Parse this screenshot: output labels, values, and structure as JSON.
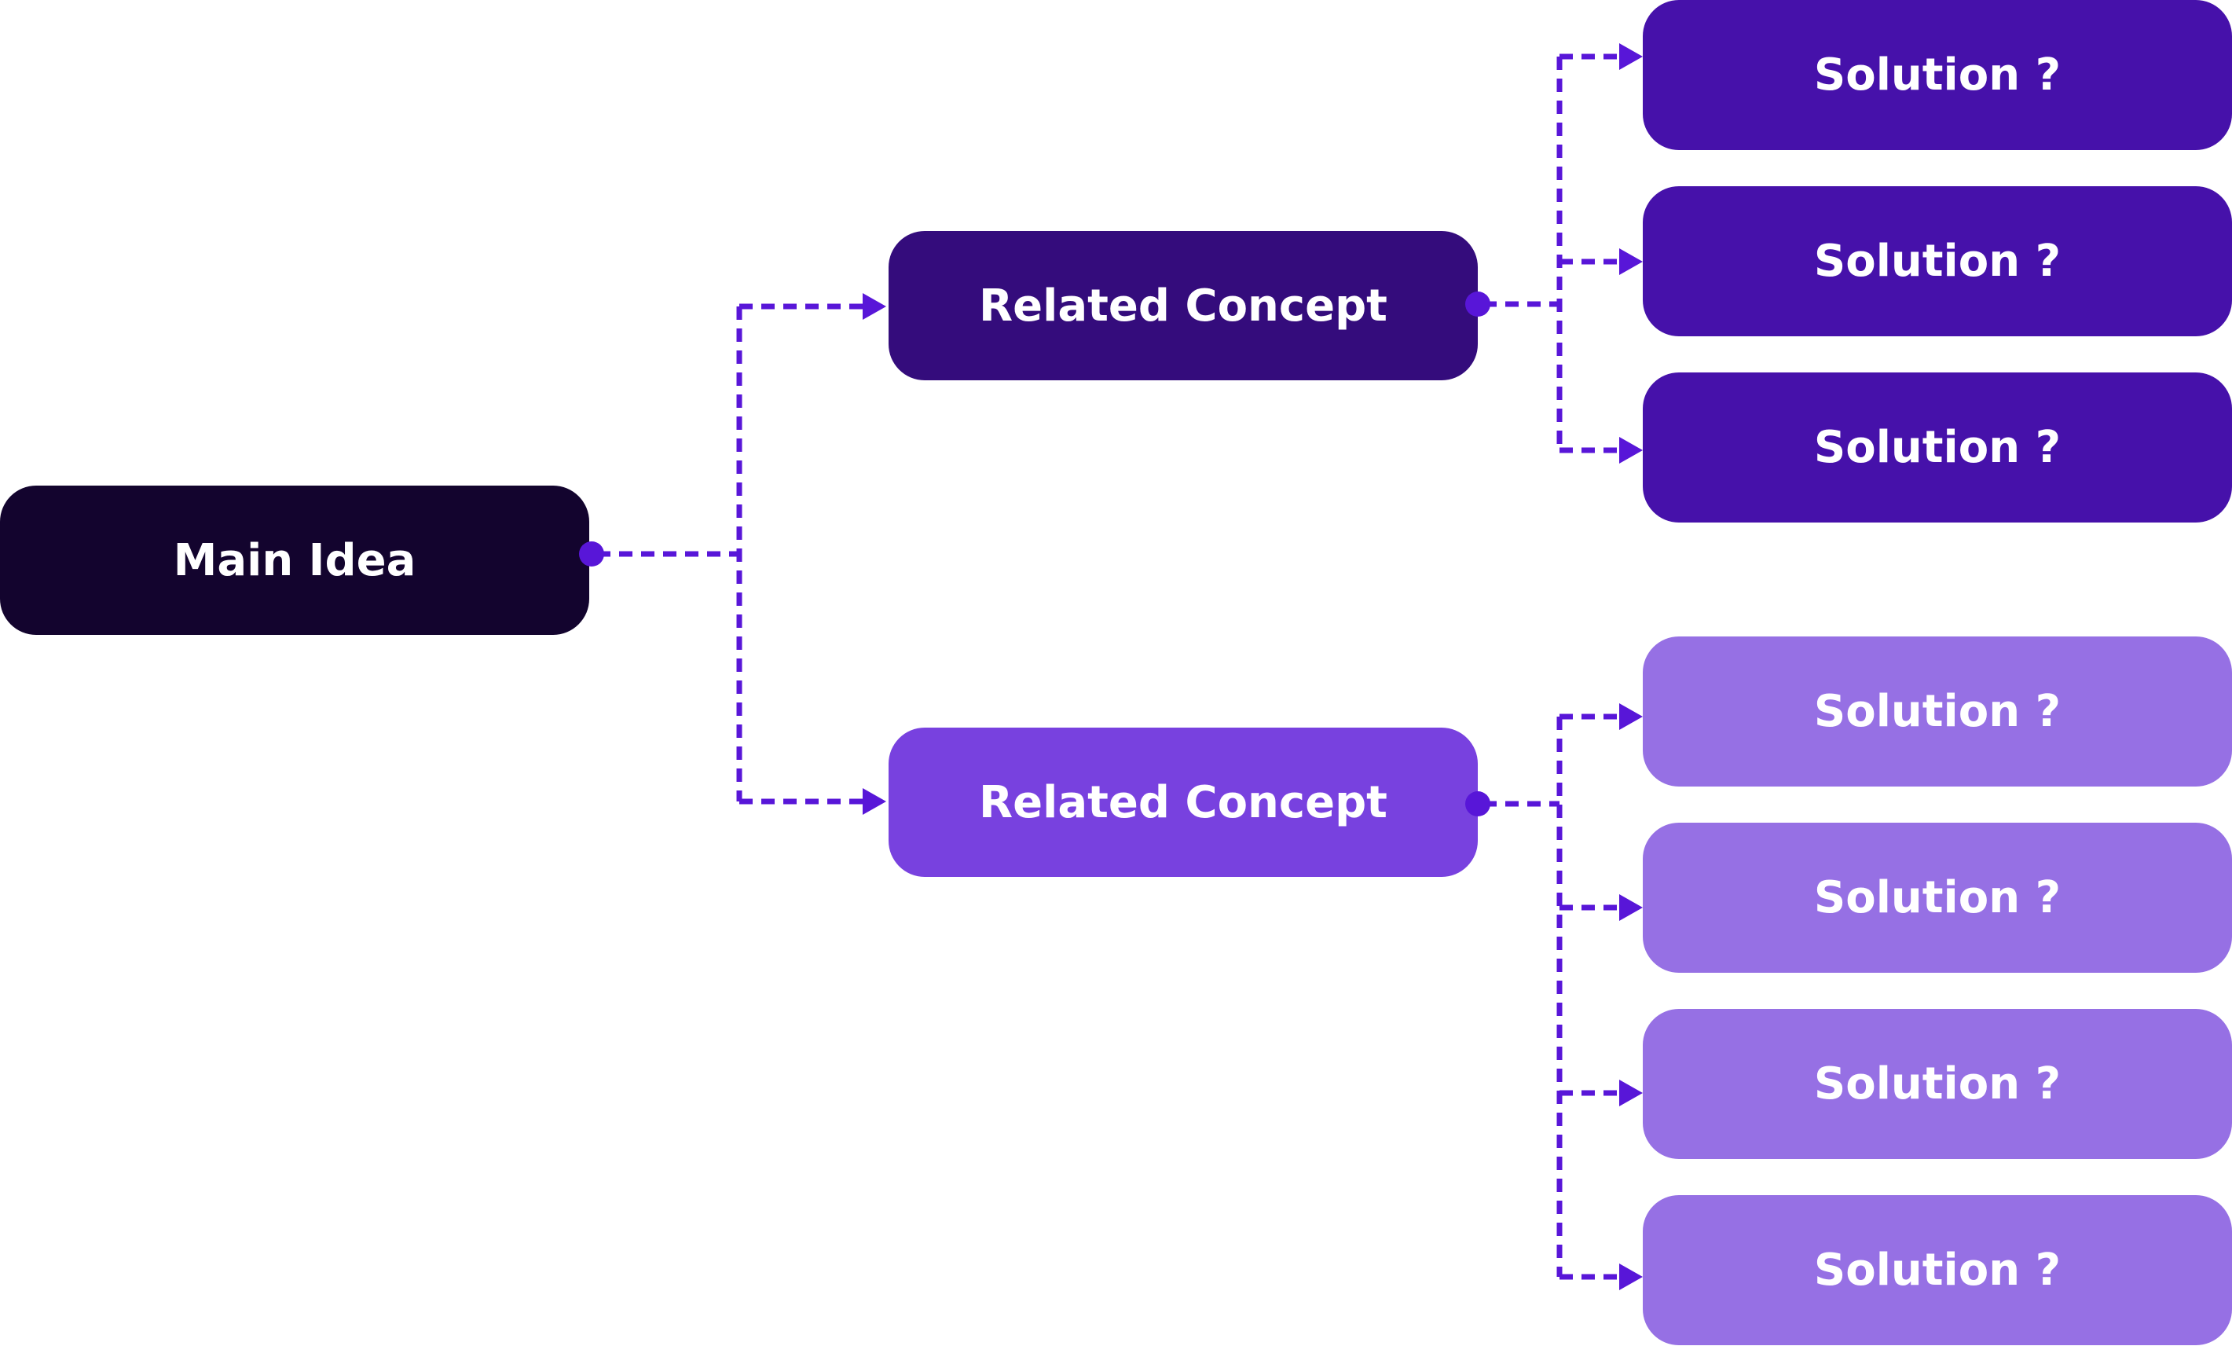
{
  "diagram": {
    "type": "mind-map",
    "colors": {
      "main": "#13042E",
      "concept_1": "#340C7C",
      "concept_2": "#7841DF",
      "solutions_1": "#4611AA",
      "solutions_2": "#9670E4",
      "connector": "#5816D8",
      "text": "#FFFFFF"
    },
    "main_idea": {
      "label": "Main Idea"
    },
    "concepts": [
      {
        "label": "Related Concept",
        "solutions": [
          {
            "label": "Solution ?"
          },
          {
            "label": "Solution ?"
          },
          {
            "label": "Solution ?"
          }
        ]
      },
      {
        "label": "Related Concept",
        "solutions": [
          {
            "label": "Solution ?"
          },
          {
            "label": "Solution ?"
          },
          {
            "label": "Solution ?"
          },
          {
            "label": "Solution ?"
          }
        ]
      }
    ]
  }
}
